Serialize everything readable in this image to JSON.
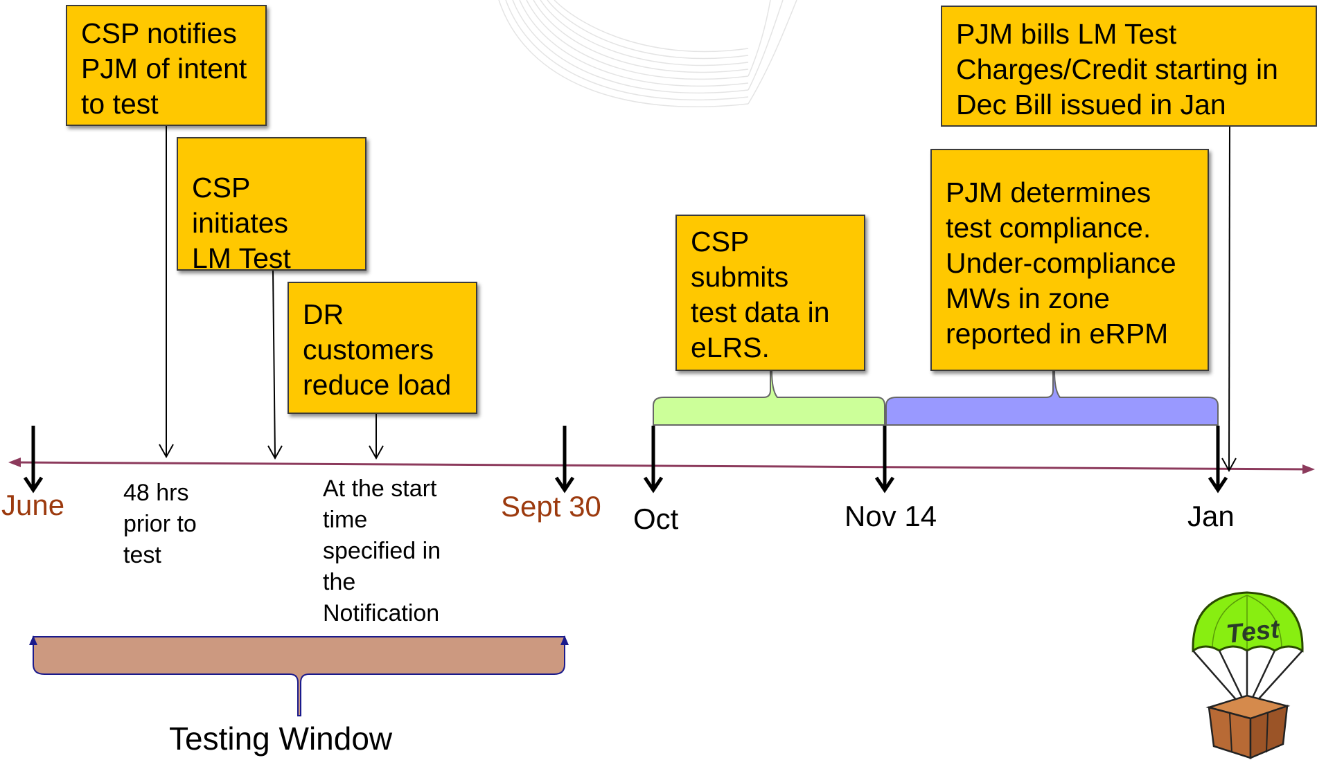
{
  "colors": {
    "box_fill": "#ffc800",
    "timeline": "#8c3a5c",
    "month_brown": "#9c3a0e",
    "green_brace": "#ccff99",
    "blue_brace": "#9999ff",
    "tan_brace": "#cc9980",
    "parachute_green": "#88ee11",
    "crate_brown": "#b86a35"
  },
  "boxes": {
    "notify": "CSP notifies\nPJM of intent\nto test",
    "initiate": "CSP initiates\nLM Test",
    "reduce": "DR\ncustomers\nreduce load",
    "submit": "CSP\nsubmits\ntest data in\neLRS.",
    "compliance": "PJM determines\ntest compliance.\nUnder-compliance\nMWs in zone\nreported in eRPM",
    "bills": "PJM bills LM Test\nCharges/Credit starting in\nDec Bill issued in Jan"
  },
  "timeline_labels": {
    "june": "June",
    "hrs48": "48 hrs\nprior to\ntest",
    "start_time": "At the start\ntime\nspecified in\nthe\nNotification",
    "sept30": "Sept 30",
    "oct": "Oct",
    "nov14": "Nov 14",
    "jan": "Jan"
  },
  "testing_window": "Testing Window",
  "logo": {
    "icon": "parachute-crate-icon",
    "text": "Test"
  }
}
